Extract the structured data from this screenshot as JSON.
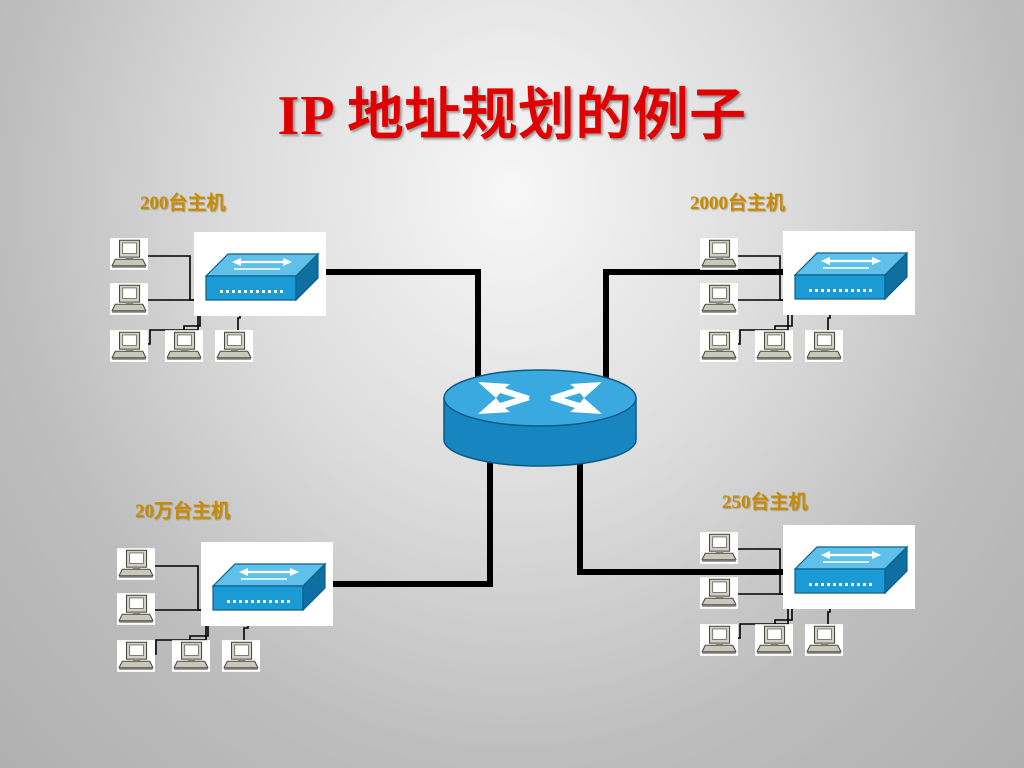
{
  "slide": {
    "title": "IP 地址规划的例子"
  },
  "groups": {
    "top_left": {
      "label": "200台主机"
    },
    "top_right": {
      "label": "2000台主机"
    },
    "bottom_left": {
      "label": "20万台主机"
    },
    "bottom_right": {
      "label": "250台主机"
    }
  },
  "colors": {
    "title": "#e10000",
    "label": "#c88a00",
    "device_blue": "#1a9bd6",
    "link": "#000000"
  },
  "icons": {
    "router": "router-icon",
    "switch": "switch-icon",
    "host": "computer-icon"
  }
}
